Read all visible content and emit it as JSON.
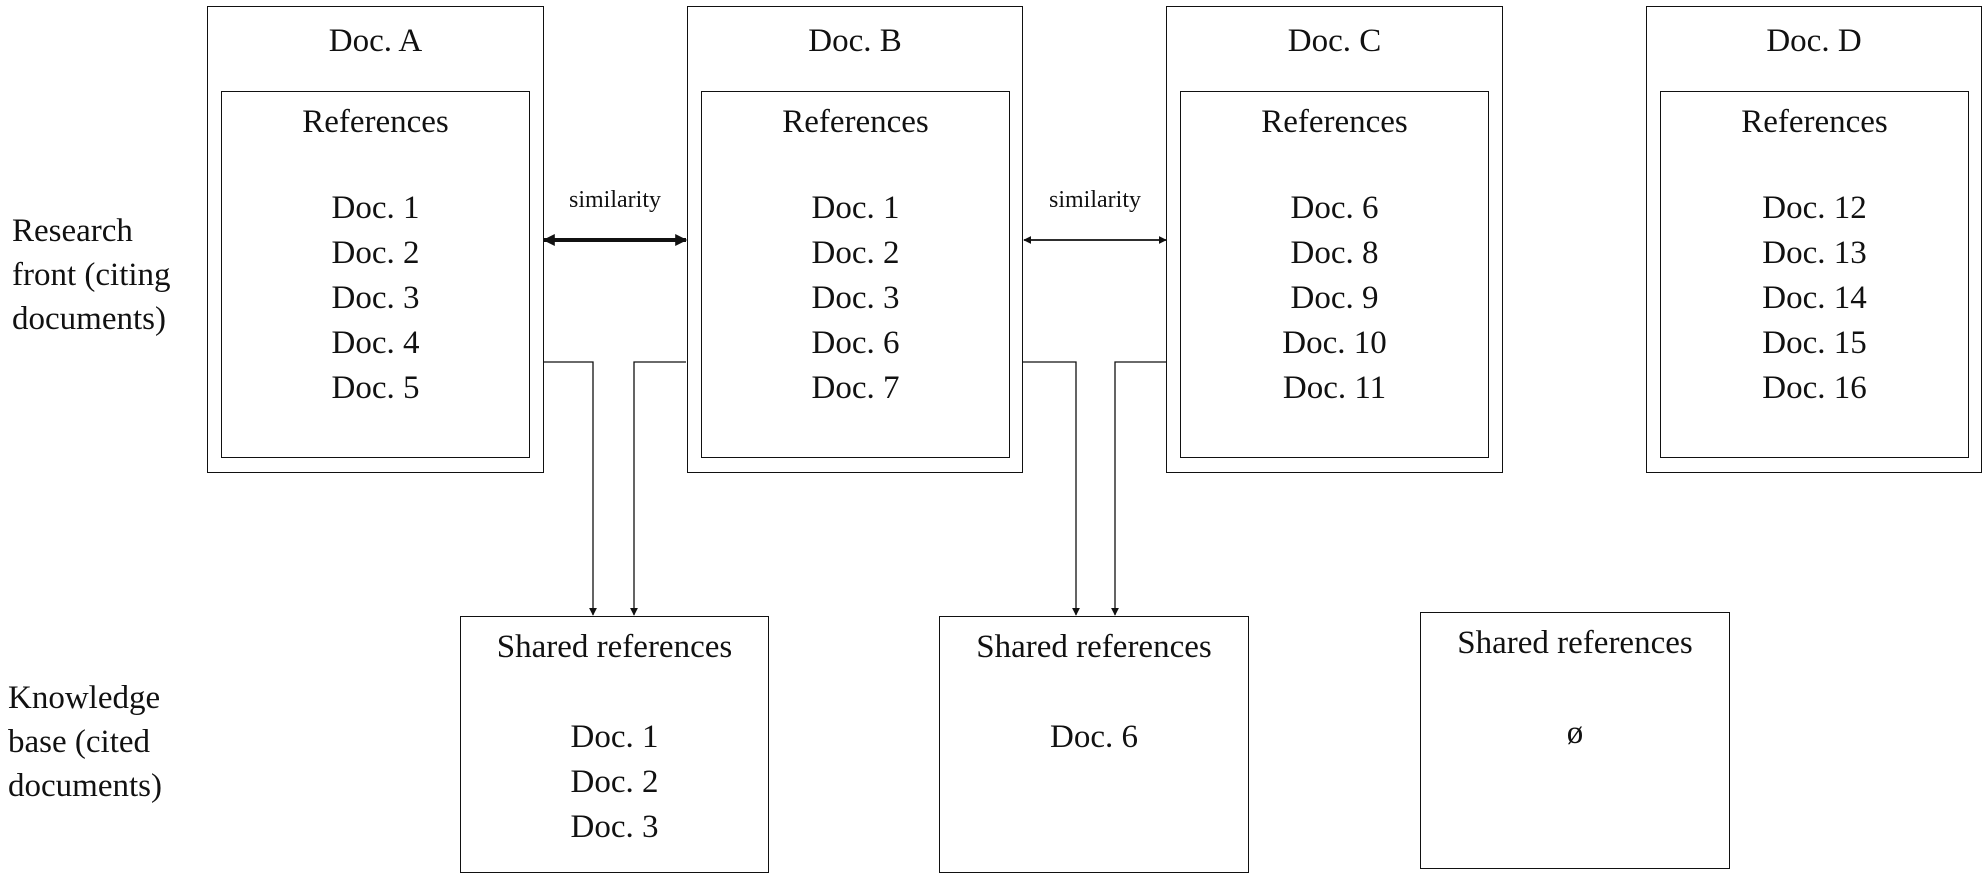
{
  "labels": {
    "research_front": [
      "Research",
      "front (citing",
      "documents)"
    ],
    "knowledge_base": [
      "Knowledge",
      "base (cited",
      "documents)"
    ]
  },
  "citing_documents": [
    {
      "title": "Doc. A",
      "section_title": "References",
      "references": [
        "Doc. 1",
        "Doc. 2",
        "Doc. 3",
        "Doc. 4",
        "Doc. 5"
      ]
    },
    {
      "title": "Doc. B",
      "section_title": "References",
      "references": [
        "Doc. 1",
        "Doc. 2",
        "Doc. 3",
        "Doc. 6",
        "Doc. 7"
      ]
    },
    {
      "title": "Doc. C",
      "section_title": "References",
      "references": [
        "Doc. 6",
        "Doc. 8",
        "Doc. 9",
        "Doc. 10",
        "Doc. 11"
      ]
    },
    {
      "title": "Doc. D",
      "section_title": "References",
      "references": [
        "Doc. 12",
        "Doc. 13",
        "Doc. 14",
        "Doc. 15",
        "Doc. 16"
      ]
    }
  ],
  "similarity_links": [
    {
      "from": "Doc. A",
      "to": "Doc. B",
      "label": "similarity",
      "strength": "strong"
    },
    {
      "from": "Doc. B",
      "to": "Doc. C",
      "label": "similarity",
      "strength": "weak"
    }
  ],
  "shared_references": [
    {
      "title": "Shared references",
      "between": [
        "Doc. A",
        "Doc. B"
      ],
      "items": [
        "Doc. 1",
        "Doc. 2",
        "Doc. 3"
      ]
    },
    {
      "title": "Shared references",
      "between": [
        "Doc. B",
        "Doc. C"
      ],
      "items": [
        "Doc. 6"
      ]
    },
    {
      "title": "Shared references",
      "between": [],
      "items": [
        "ø"
      ]
    }
  ]
}
